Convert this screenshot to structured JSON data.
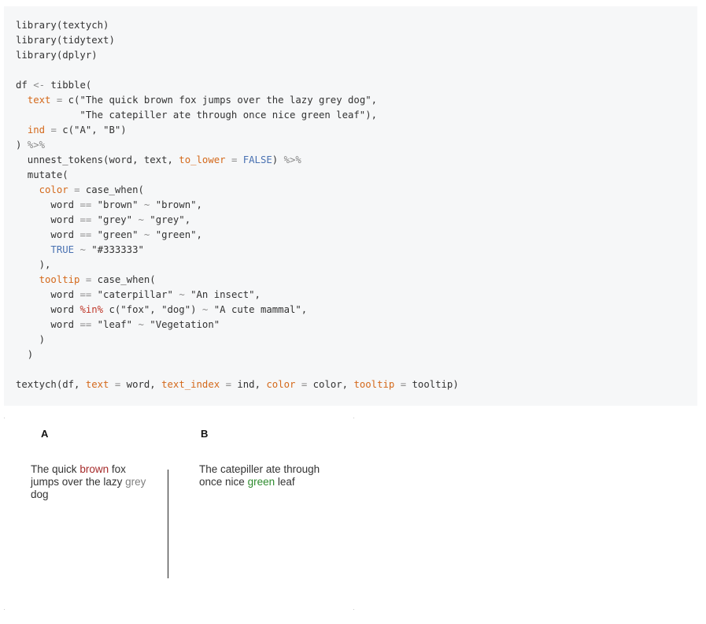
{
  "code": {
    "lines": [
      [
        {
          "t": "library(textych)"
        }
      ],
      [
        {
          "t": "library(tidytext)"
        }
      ],
      [
        {
          "t": "library(dplyr)"
        }
      ],
      [
        {
          "t": ""
        }
      ],
      [
        {
          "t": "df "
        },
        {
          "t": "<-",
          "c": "op"
        },
        {
          "t": " tibble("
        }
      ],
      [
        {
          "t": "  "
        },
        {
          "t": "text",
          "c": "arg"
        },
        {
          "t": " "
        },
        {
          "t": "=",
          "c": "op"
        },
        {
          "t": " c(\"The quick brown fox jumps over the lazy grey dog\","
        }
      ],
      [
        {
          "t": "           \"The catepiller ate through once nice green leaf\"),"
        }
      ],
      [
        {
          "t": "  "
        },
        {
          "t": "ind",
          "c": "arg"
        },
        {
          "t": " "
        },
        {
          "t": "=",
          "c": "op"
        },
        {
          "t": " c(\"A\", \"B\")"
        }
      ],
      [
        {
          "t": ") "
        },
        {
          "t": "%>%",
          "c": "op"
        }
      ],
      [
        {
          "t": "  unnest_tokens(word, text, "
        },
        {
          "t": "to_lower",
          "c": "arg"
        },
        {
          "t": " "
        },
        {
          "t": "=",
          "c": "op"
        },
        {
          "t": " "
        },
        {
          "t": "FALSE",
          "c": "const"
        },
        {
          "t": ") "
        },
        {
          "t": "%>%",
          "c": "op"
        }
      ],
      [
        {
          "t": "  mutate("
        }
      ],
      [
        {
          "t": "    "
        },
        {
          "t": "color",
          "c": "arg"
        },
        {
          "t": " "
        },
        {
          "t": "=",
          "c": "op"
        },
        {
          "t": " case_when("
        }
      ],
      [
        {
          "t": "      word "
        },
        {
          "t": "==",
          "c": "op"
        },
        {
          "t": " \"brown\" "
        },
        {
          "t": "~",
          "c": "op"
        },
        {
          "t": " \"brown\","
        }
      ],
      [
        {
          "t": "      word "
        },
        {
          "t": "==",
          "c": "op"
        },
        {
          "t": " \"grey\" "
        },
        {
          "t": "~",
          "c": "op"
        },
        {
          "t": " \"grey\","
        }
      ],
      [
        {
          "t": "      word "
        },
        {
          "t": "==",
          "c": "op"
        },
        {
          "t": " \"green\" "
        },
        {
          "t": "~",
          "c": "op"
        },
        {
          "t": " \"green\","
        }
      ],
      [
        {
          "t": "      "
        },
        {
          "t": "TRUE",
          "c": "const"
        },
        {
          "t": " "
        },
        {
          "t": "~",
          "c": "op"
        },
        {
          "t": " \"#333333\""
        }
      ],
      [
        {
          "t": "    ),"
        }
      ],
      [
        {
          "t": "    "
        },
        {
          "t": "tooltip",
          "c": "arg"
        },
        {
          "t": " "
        },
        {
          "t": "=",
          "c": "op"
        },
        {
          "t": " case_when("
        }
      ],
      [
        {
          "t": "      word "
        },
        {
          "t": "==",
          "c": "op"
        },
        {
          "t": " \"caterpillar\" "
        },
        {
          "t": "~",
          "c": "op"
        },
        {
          "t": " \"An insect\","
        }
      ],
      [
        {
          "t": "      word "
        },
        {
          "t": "%in%",
          "c": "special"
        },
        {
          "t": " c(\"fox\", \"dog\") "
        },
        {
          "t": "~",
          "c": "op"
        },
        {
          "t": " \"A cute mammal\","
        }
      ],
      [
        {
          "t": "      word "
        },
        {
          "t": "==",
          "c": "op"
        },
        {
          "t": " \"leaf\" "
        },
        {
          "t": "~",
          "c": "op"
        },
        {
          "t": " \"Vegetation\""
        }
      ],
      [
        {
          "t": "    )"
        }
      ],
      [
        {
          "t": "  )"
        }
      ],
      [
        {
          "t": ""
        }
      ],
      [
        {
          "t": "textych(df, "
        },
        {
          "t": "text",
          "c": "arg"
        },
        {
          "t": " "
        },
        {
          "t": "=",
          "c": "op"
        },
        {
          "t": " word, "
        },
        {
          "t": "text_index",
          "c": "arg"
        },
        {
          "t": " "
        },
        {
          "t": "=",
          "c": "op"
        },
        {
          "t": " ind, "
        },
        {
          "t": "color",
          "c": "arg"
        },
        {
          "t": " "
        },
        {
          "t": "=",
          "c": "op"
        },
        {
          "t": " color, "
        },
        {
          "t": "tooltip",
          "c": "arg"
        },
        {
          "t": " "
        },
        {
          "t": "=",
          "c": "op"
        },
        {
          "t": " tooltip)"
        }
      ]
    ]
  },
  "widget": {
    "columns": [
      {
        "label": "A",
        "words": [
          {
            "w": "The",
            "color": "#333333"
          },
          {
            "w": "quick",
            "color": "#333333"
          },
          {
            "w": "brown",
            "color": "#a52a2a"
          },
          {
            "w": "fox",
            "color": "#333333"
          },
          {
            "w": "jumps",
            "color": "#333333"
          },
          {
            "w": "over",
            "color": "#333333"
          },
          {
            "w": "the",
            "color": "#333333"
          },
          {
            "w": "lazy",
            "color": "#333333"
          },
          {
            "w": "grey",
            "color": "#808080"
          },
          {
            "w": "dog",
            "color": "#333333"
          }
        ]
      },
      {
        "label": "B",
        "words": [
          {
            "w": "The",
            "color": "#333333"
          },
          {
            "w": "catepiller",
            "color": "#333333"
          },
          {
            "w": "ate",
            "color": "#333333"
          },
          {
            "w": "through",
            "color": "#333333"
          },
          {
            "w": "once",
            "color": "#333333"
          },
          {
            "w": "nice",
            "color": "#333333"
          },
          {
            "w": "green",
            "color": "#2e8b2e"
          },
          {
            "w": "leaf",
            "color": "#333333"
          }
        ]
      }
    ]
  }
}
